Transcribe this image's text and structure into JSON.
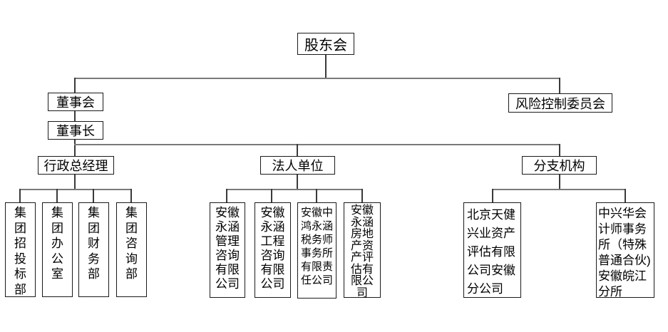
{
  "org_chart": {
    "root": "股东会",
    "board": "董事会",
    "risk_committee": "风险控制委员会",
    "chairman": "董事长",
    "admin_general_manager": "行政总经理",
    "legal_person_units": "法人单位",
    "branch_institutions": "分支机构",
    "departments": [
      "集团招投标部",
      "集团办公室",
      "集团财务部",
      "集团咨询部"
    ],
    "legal_entities": [
      "安徽永涵管理咨询有限公司",
      "安徽永涵工程咨询有限公司",
      "安徽中鸿永涵税务师事务所有限责任公司",
      "安徽永涵房地产资产评估有限公司"
    ],
    "branches": [
      "北京天健兴业资产评估有限公司安徽分公司",
      "中兴华会计师事务所（特殊普通合伙)安徽皖江分所"
    ]
  },
  "colors": {
    "background": "#ffffff",
    "box_border": "#1a1a1a",
    "text": "#000000",
    "rail_line": "#7a7a7a",
    "drop_line": "#3a3a3a"
  }
}
